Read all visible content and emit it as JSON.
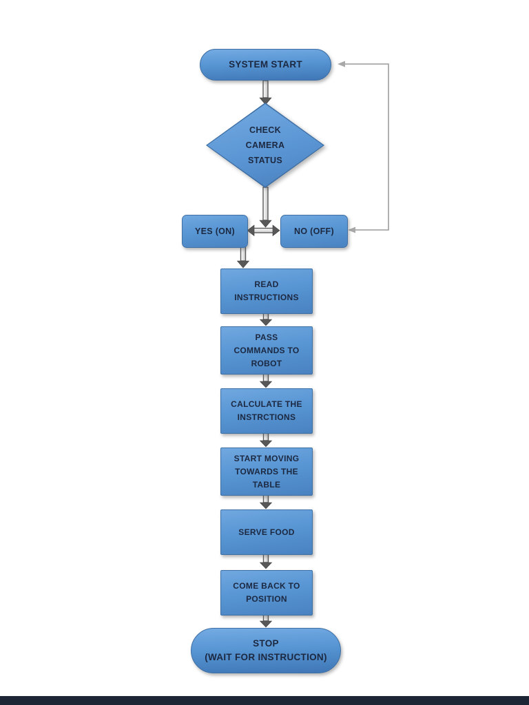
{
  "page": {
    "background": "#ffffff",
    "footer_bar_color": "#1d2634"
  },
  "palette": {
    "node_fill_light": "#71a8e0",
    "node_fill_dark": "#4a82c0",
    "node_border": "#3e6fa4",
    "node_text": "#1c2840",
    "arrow_outline": "#595959",
    "arrow_shaft_fill": "#f2f2f2",
    "arrow_head_fill": "#585858",
    "loop_line": "#a8a8a8"
  },
  "flowchart": {
    "type": "flowchart",
    "nodes": [
      {
        "id": "system-start",
        "type": "terminator",
        "label": "SYSTEM START"
      },
      {
        "id": "check-camera-status",
        "type": "decision",
        "label": "CHECK\nCAMERA\nSTATUS"
      },
      {
        "id": "yes-on",
        "type": "branch",
        "label": "YES (ON)"
      },
      {
        "id": "no-off",
        "type": "branch",
        "label": "NO (OFF)"
      },
      {
        "id": "read-instructions",
        "type": "process",
        "label": "READ\nINSTRUCTIONS"
      },
      {
        "id": "pass-commands-to-robot",
        "type": "process",
        "label": "PASS\nCOMMANDS TO\nROBOT"
      },
      {
        "id": "calculate-the-instrctions",
        "type": "process",
        "label": "CALCULATE THE\nINSTRCTIONS"
      },
      {
        "id": "start-moving-towards-the-table",
        "type": "process",
        "label": "START MOVING\nTOWARDS THE\nTABLE"
      },
      {
        "id": "serve-food",
        "type": "process",
        "label": "SERVE FOOD"
      },
      {
        "id": "come-back-to-position",
        "type": "process",
        "label": "COME BACK TO\nPOSITION"
      },
      {
        "id": "stop",
        "type": "terminator",
        "label": "STOP\n(WAIT FOR INSTRUCTION)"
      }
    ],
    "edges": [
      {
        "from": "system-start",
        "to": "check-camera-status",
        "style": "block-arrow"
      },
      {
        "from": "check-camera-status",
        "to": "yes-no-junction",
        "style": "block-arrow"
      },
      {
        "from": "yes-on",
        "to": "no-off",
        "style": "double-headed-block-arrow"
      },
      {
        "from": "no-off",
        "to": "system-start",
        "style": "gray-loop-line"
      },
      {
        "from": "yes-on",
        "to": "read-instructions",
        "style": "block-arrow"
      },
      {
        "from": "read-instructions",
        "to": "pass-commands-to-robot",
        "style": "block-arrow"
      },
      {
        "from": "pass-commands-to-robot",
        "to": "calculate-the-instrctions",
        "style": "block-arrow"
      },
      {
        "from": "calculate-the-instrctions",
        "to": "start-moving-towards-the-table",
        "style": "block-arrow"
      },
      {
        "from": "start-moving-towards-the-table",
        "to": "serve-food",
        "style": "block-arrow"
      },
      {
        "from": "serve-food",
        "to": "come-back-to-position",
        "style": "block-arrow"
      },
      {
        "from": "come-back-to-position",
        "to": "stop",
        "style": "block-arrow"
      }
    ]
  }
}
